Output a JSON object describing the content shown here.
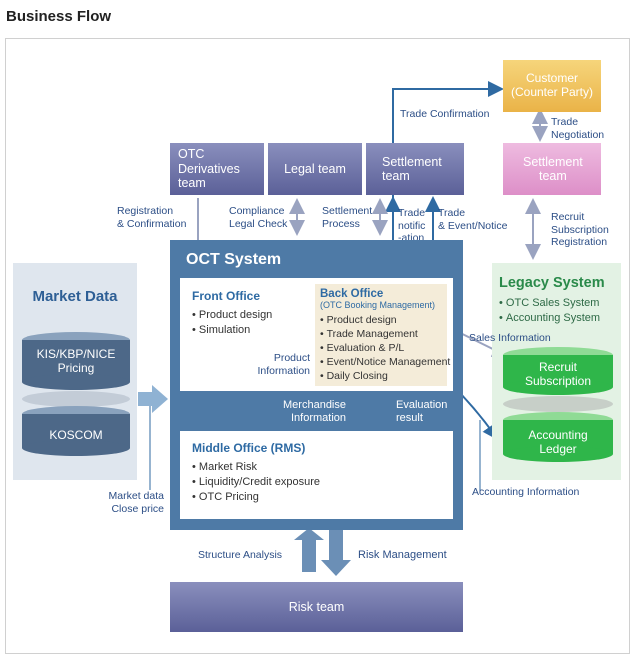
{
  "title": "Business Flow",
  "colors": {
    "team_purple": "#6b70a8",
    "oct_blue": "#4e7aa6",
    "market_bg": "#dfe6ee",
    "legacy_bg": "#e3f2e4",
    "customer_orange": "#f1c55a",
    "settlement_pink": "#e7a2d3",
    "back_office_bg": "#f4ecd9",
    "arrow_blue": "#2f6aa2"
  },
  "top": {
    "customer": "Customer\n(Counter Party)",
    "trade_confirmation": "Trade Confirmation",
    "trade_negotiation": "Trade\nNegotiation",
    "otc_derivatives_team": "OTC\nDerivatives\nteam",
    "legal_team": "Legal team",
    "settlement_team": "Settlement\nteam",
    "settlement_team_cp": "Settlement\nteam"
  },
  "flows": {
    "registration_confirmation": "Registration\n& Confirmation",
    "compliance_legal_check": "Compliance\nLegal Check",
    "settlement_process": "Settlement\nProcess",
    "trade_notification": "Trade\nnotific\n-ation",
    "trade_event_notice": "Trade\n& Event/Notice",
    "recruit_subscription_registration": "Recruit\nSubscription\nRegistration",
    "sales_information": "Sales Information",
    "accounting_information": "Accounting Information",
    "market_data_close_price": "Market data\nClose price",
    "product_information": "Product\nInformation",
    "merchandise_information": "Merchandise\nInformation",
    "evaluation_result": "Evaluation\nresult",
    "structure_analysis": "Structure Analysis",
    "risk_management": "Risk Management"
  },
  "market_data": {
    "title": "Market Data",
    "pricing": "KIS/KBP/NICE\nPricing",
    "koscom": "KOSCOM"
  },
  "oct_system": {
    "title": "OCT System",
    "front_office": {
      "title": "Front Office",
      "items": [
        "Product design",
        "Simulation"
      ]
    },
    "back_office": {
      "title": "Back Office",
      "subtitle": "(OTC Booking Management)",
      "items": [
        "Product design",
        "Trade Management",
        "Evaluation & P/L",
        "Event/Notice Management",
        "Daily Closing"
      ]
    },
    "middle_office": {
      "title": "Middle Office (RMS)",
      "items": [
        "Market Risk",
        "Liquidity/Credit exposure",
        "OTC Pricing"
      ]
    }
  },
  "legacy": {
    "title": "Legacy System",
    "items": [
      "OTC Sales System",
      "Accounting System"
    ],
    "recruit_subscription": "Recruit\nSubscription",
    "accounting_ledger": "Accounting\nLedger"
  },
  "risk_team": "Risk team"
}
